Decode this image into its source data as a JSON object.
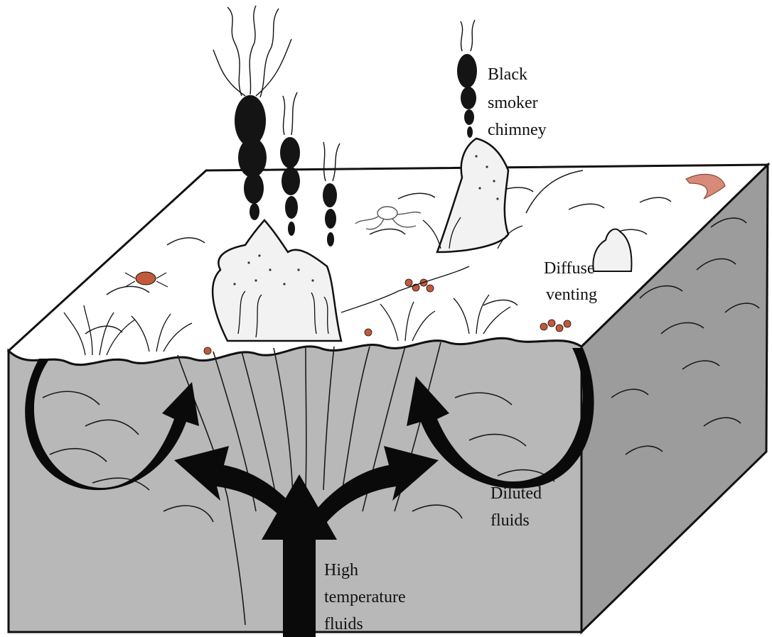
{
  "labels": {
    "black_smoker": [
      "Black",
      "smoker",
      "chimney"
    ],
    "diffuse": [
      "Diffuse",
      "venting"
    ],
    "diluted": [
      "Diluted",
      "fluids"
    ],
    "high_temp": [
      "High",
      "temperature",
      "fluids"
    ]
  },
  "colors": {
    "block_front": "#b8b8b8",
    "block_side": "#9c9c9c",
    "seafloor": "#ffffff",
    "smoke": "#141414",
    "arrow": "#0a0a0a",
    "line": "#1a1a1a",
    "critter_red": "#c25a3a",
    "worm_pink": "#d88a78"
  },
  "icons": [
    "black-smoker-plume",
    "vent-chimney",
    "tube-worms",
    "octopus-icon",
    "crab-icon",
    "shrimp-icon",
    "fluid-flow-arrow"
  ]
}
